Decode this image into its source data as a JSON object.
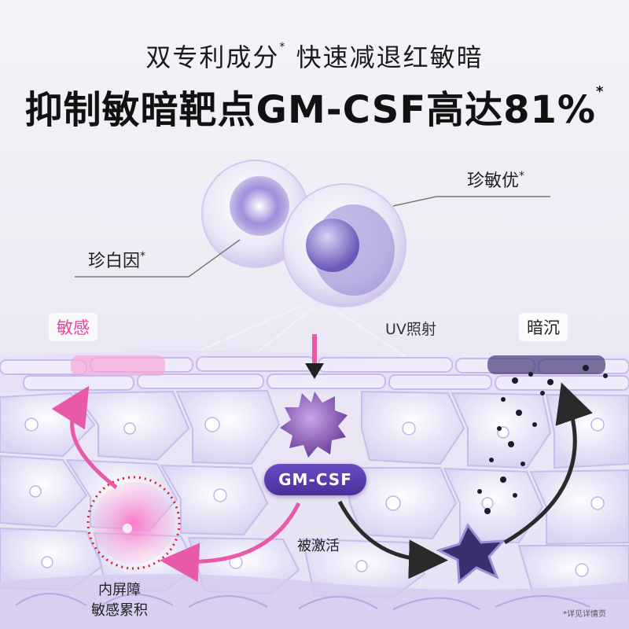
{
  "headline": {
    "sub_a": "双专利成分",
    "sub_star": "*",
    "sub_b": " 快速减退红敏暗",
    "main": "抑制敏暗靶点GM-CSF高达81%",
    "main_star": "*"
  },
  "ingredients": {
    "left_name": "珍白因",
    "left_star": "*",
    "right_name": "珍敏优",
    "right_star": "*"
  },
  "diagram": {
    "sensitive_tag": "敏感",
    "dull_tag": "暗沉",
    "uv_label": "UV照射",
    "target_badge": "GM-CSF",
    "activated_label": "被激活",
    "barrier_line1": "内屏障",
    "barrier_line2": "敏感累积"
  },
  "footnote": "*详见详情页",
  "colors": {
    "pink_accent": "#e0479c",
    "purple_accent": "#5a3aae",
    "dark_arrow": "#2a2a2a"
  }
}
